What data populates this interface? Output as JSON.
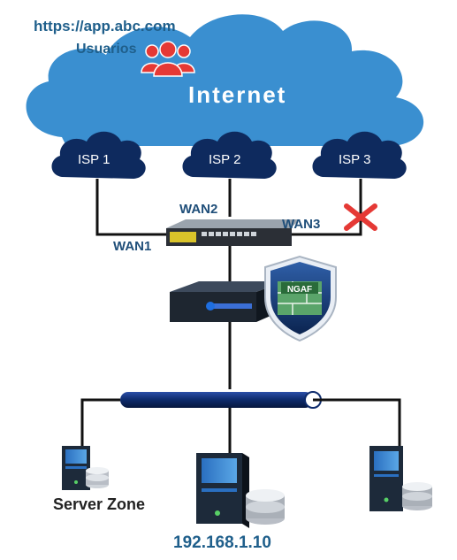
{
  "top": {
    "url": "https://app.abc.com",
    "users_label": "Usuarios",
    "users_icon": "users-group-icon",
    "users_icon_color": "#e53935"
  },
  "cloud": {
    "label": "Internet",
    "color": "#3a8fd0"
  },
  "isps": [
    "ISP 1",
    "ISP 2",
    "ISP 3"
  ],
  "wan_links": [
    "WAN1",
    "WAN2",
    "WAN3"
  ],
  "failed_link_marker": "x-mark-icon",
  "failed_link_color": "#e53935",
  "firewall": {
    "badge_text": "NGAF",
    "badge_icon": "shield-firewall-icon"
  },
  "network": {
    "zone_label": "Server Zone",
    "server_ip": "192.168.1.10",
    "server_icon": "server-icon",
    "database_icon": "database-icon"
  },
  "colors": {
    "dark_blue_text": "#1f4e79",
    "link_line": "#111111",
    "bus_color": "#0d2a6b"
  }
}
